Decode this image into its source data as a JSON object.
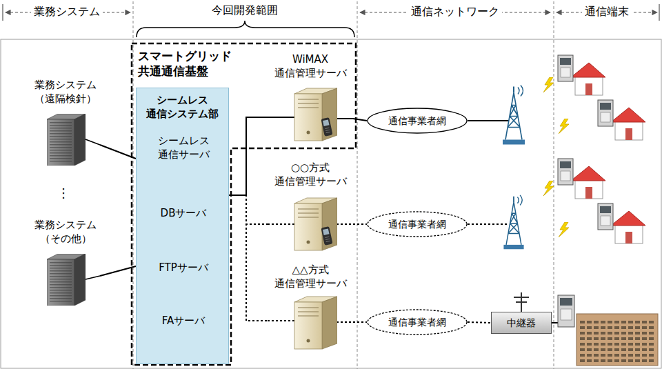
{
  "diagram": {
    "nodes": [
      {
        "text": [
          "業務システム （遠隔検針）"
        ]
      },
      {
        "text": [
          "業務システム （その他）"
        ]
      },
      {
        "text": [
          "スマートグリッド 共通通信基盤"
        ]
      },
      {
        "text": [
          "シームレス 通信システム部"
        ],
        "in": 2
      },
      {
        "text": [
          "シームレス 通信サーバ"
        ],
        "in": 3
      },
      {
        "text": [
          "DBサーバ"
        ],
        "in": 3
      },
      {
        "text": [
          "FTPサーバ"
        ],
        "in": 3
      },
      {
        "text": [
          "FAサーバ"
        ],
        "in": 3
      },
      {
        "text": [
          "WiMAX 通信管理サーバ"
        ],
        "in": 2
      },
      {
        "text": [
          "○○方式 通信管理サーバ"
        ]
      },
      {
        "text": [
          "△△方式 通信管理サーバ"
        ]
      },
      {
        "text": [
          "通信事業者網"
        ]
      },
      {
        "text": [
          "通信事業者網"
        ]
      },
      {
        "text": [
          "通信事業者網"
        ]
      },
      {
        "text": [
          "中継器"
        ]
      }
    ],
    "edges": [
      {
        "from": 0,
        "to": 3,
        "arrow": "none"
      },
      {
        "from": 1,
        "to": 3,
        "arrow": "none"
      },
      {
        "from": 3,
        "to": 8,
        "arrow": "none"
      },
      {
        "from": 3,
        "to": 9,
        "arrow": "none"
      },
      {
        "from": 3,
        "to": 10,
        "arrow": "none"
      },
      {
        "from": 8,
        "to": 11,
        "arrow": "none"
      },
      {
        "from": 9,
        "to": 12,
        "arrow": "none"
      },
      {
        "from": 10,
        "to": 13,
        "arrow": "none"
      },
      {
        "from": 13,
        "to": 14,
        "arrow": "none"
      }
    ],
    "labels": [
      "業務システム",
      "今回開発範囲",
      "通信ネットワーク",
      "通信端末",
      "⋮"
    ]
  }
}
